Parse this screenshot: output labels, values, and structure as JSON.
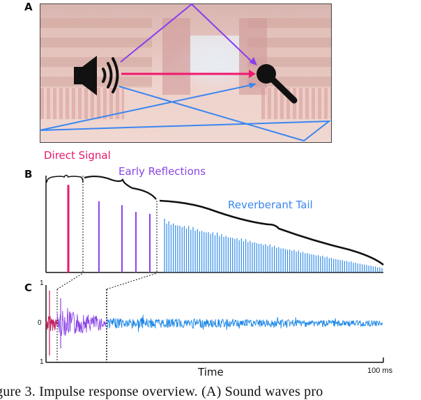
{
  "panels": {
    "a": {
      "label": "A"
    },
    "b": {
      "label": "B"
    },
    "c": {
      "label": "C"
    }
  },
  "panel_a": {
    "description": "Concert hall with speaker and microphone; sound paths",
    "paths": [
      {
        "name": "direct",
        "color": "#f0186e"
      },
      {
        "name": "early_reflection",
        "color": "#8a3cf0"
      },
      {
        "name": "late_reflection",
        "color": "#3a86f0"
      }
    ]
  },
  "panel_b": {
    "annotations": {
      "direct": "Direct Signal",
      "early": "Early Reflections",
      "tail": "Reverberant Tail"
    }
  },
  "panel_c": {
    "ytick_top": "1",
    "ytick_mid": "0",
    "ytick_bottom": "1",
    "xlabel": "Time",
    "xend_label": "100 ms"
  },
  "colors": {
    "direct": "#e8186a",
    "early": "#8a44e6",
    "tail": "#2f8ae8",
    "direct_wave": "#c0185a",
    "tail_wave": "#1a86e6"
  },
  "caption": "gure 3. Impulse response overview.  (A) Sound waves pro",
  "chart_data": [
    {
      "type": "bar",
      "title": "B: Idealized impulse response (echogram)",
      "xlabel": "",
      "ylabel": "",
      "regions": [
        "Direct Signal",
        "Early Reflections",
        "Reverberant Tail"
      ],
      "series": [
        {
          "name": "Direct Signal",
          "x": [
            0.07
          ],
          "values": [
            0.91
          ]
        },
        {
          "name": "Early Reflections",
          "x": [
            0.15,
            0.22,
            0.26,
            0.3
          ],
          "values": [
            0.74,
            0.7,
            0.63,
            0.61
          ]
        },
        {
          "name": "Reverberant Tail",
          "x_range": [
            0.33,
            1.0
          ],
          "values_start": 0.57,
          "values_end": 0.05,
          "count": 100
        }
      ]
    },
    {
      "type": "line",
      "title": "C: Recorded impulse response waveform",
      "xlabel": "Time",
      "ylabel": "",
      "ylim": [
        -1,
        1
      ],
      "yticks": [
        "1",
        "0",
        "1"
      ],
      "x_end_label": "100 ms",
      "segments": [
        {
          "name": "Direct Signal",
          "x_range": [
            0,
            3
          ],
          "peak": 0.9
        },
        {
          "name": "Early Reflections",
          "x_range": [
            3,
            17
          ],
          "peak": 0.6
        },
        {
          "name": "Reverberant Tail",
          "x_range": [
            17,
            100
          ],
          "peak": 0.35
        }
      ]
    }
  ]
}
